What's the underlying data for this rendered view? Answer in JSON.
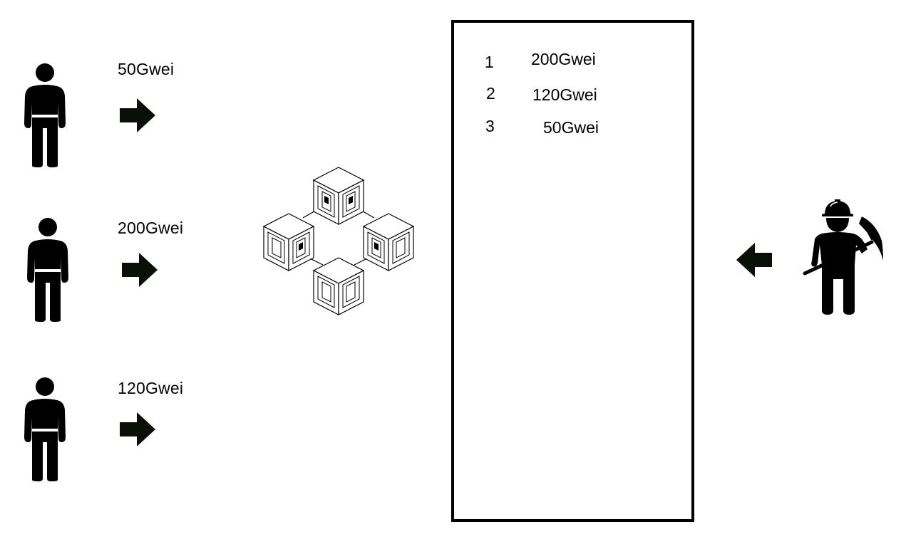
{
  "senders": [
    {
      "fee": "50Gwei"
    },
    {
      "fee": "200Gwei"
    },
    {
      "fee": "120Gwei"
    }
  ],
  "mempool": {
    "rows": [
      {
        "rank": "1",
        "fee": "200Gwei"
      },
      {
        "rank": "2",
        "fee": "120Gwei"
      },
      {
        "rank": "3",
        "fee": "50Gwei"
      }
    ]
  },
  "icons": {
    "sender": "person-icon",
    "arrow": "arrow-right-icon",
    "network": "blockchain-network-icon",
    "miner": "miner-icon",
    "miner_arrow": "arrow-left-icon"
  },
  "colors": {
    "ink": "#000000",
    "background": "#ffffff"
  }
}
